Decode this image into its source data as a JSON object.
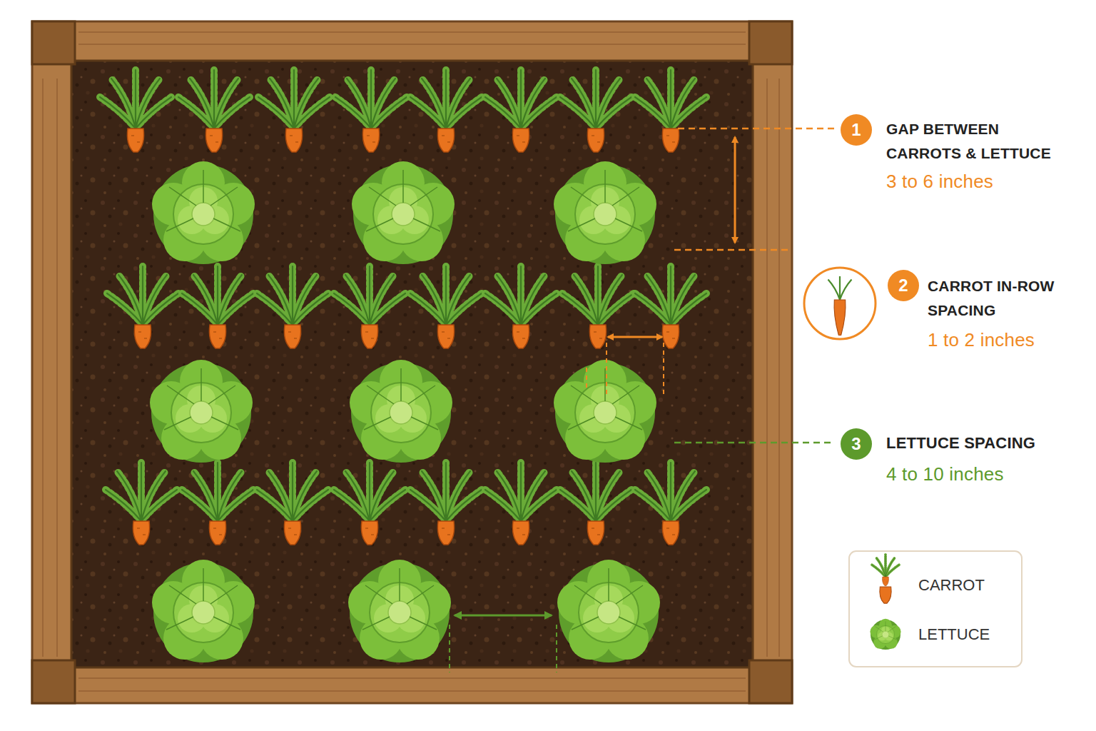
{
  "diagram": {
    "nodes": [
      {
        "text": [
          "1"
        ]
      },
      {
        "text": [
          "2"
        ]
      },
      {
        "text": [
          "3"
        ]
      }
    ],
    "labels": [
      "GAP BETWEEN CARROTS & LETTUCE",
      "3 to 6 inches",
      "CARROT IN-ROW SPACING",
      "1 to 2 inches",
      "LETTUCE SPACING",
      "4 to 10 inches"
    ],
    "legend": [
      {
        "text": "CARROT"
      },
      {
        "text": "LETTUCE"
      }
    ]
  }
}
